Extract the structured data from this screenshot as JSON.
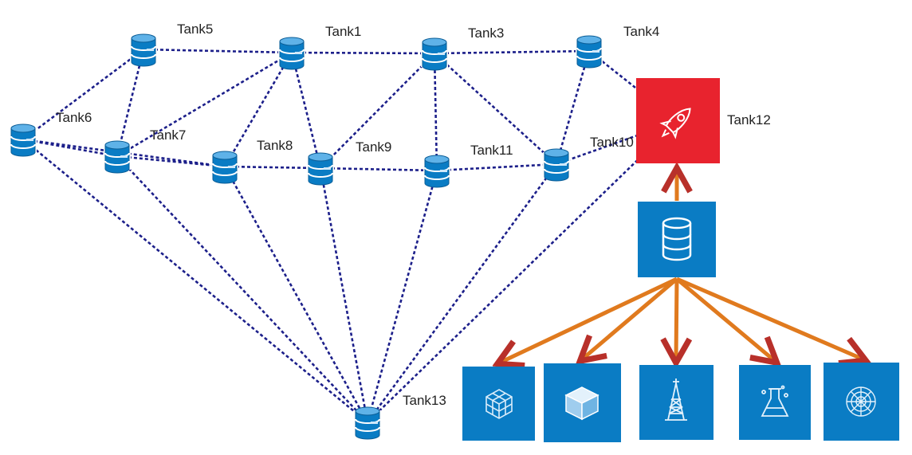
{
  "nodes": [
    {
      "id": "tank5",
      "label": "Tank5"
    },
    {
      "id": "tank1",
      "label": "Tank1"
    },
    {
      "id": "tank3",
      "label": "Tank3"
    },
    {
      "id": "tank4",
      "label": "Tank4"
    },
    {
      "id": "tank6",
      "label": "Tank6"
    },
    {
      "id": "tank7",
      "label": "Tank7"
    },
    {
      "id": "tank8",
      "label": "Tank8"
    },
    {
      "id": "tank9",
      "label": "Tank9"
    },
    {
      "id": "tank11",
      "label": "Tank11"
    },
    {
      "id": "tank10",
      "label": "Tank10"
    },
    {
      "id": "tank12",
      "label": "Tank12"
    },
    {
      "id": "tank13",
      "label": "Tank13"
    }
  ],
  "edges": [
    [
      "tank5",
      "tank1"
    ],
    [
      "tank5",
      "tank6"
    ],
    [
      "tank5",
      "tank7"
    ],
    [
      "tank1",
      "tank3"
    ],
    [
      "tank1",
      "tank7"
    ],
    [
      "tank1",
      "tank8"
    ],
    [
      "tank1",
      "tank9"
    ],
    [
      "tank3",
      "tank4"
    ],
    [
      "tank3",
      "tank9"
    ],
    [
      "tank3",
      "tank11"
    ],
    [
      "tank3",
      "tank10"
    ],
    [
      "tank4",
      "tank10"
    ],
    [
      "tank4",
      "tank12"
    ],
    [
      "tank6",
      "tank7"
    ],
    [
      "tank6",
      "tank8"
    ],
    [
      "tank6",
      "tank13"
    ],
    [
      "tank7",
      "tank8"
    ],
    [
      "tank7",
      "tank13"
    ],
    [
      "tank8",
      "tank9"
    ],
    [
      "tank8",
      "tank13"
    ],
    [
      "tank9",
      "tank11"
    ],
    [
      "tank9",
      "tank13"
    ],
    [
      "tank11",
      "tank10"
    ],
    [
      "tank11",
      "tank13"
    ],
    [
      "tank10",
      "tank12"
    ],
    [
      "tank10",
      "tank13"
    ],
    [
      "tank12",
      "tank13"
    ]
  ],
  "hub": {
    "icon": "database-icon",
    "color": "#0a7cc4",
    "arrow_color": "#e07a1e"
  },
  "rocket_tile": {
    "icon": "rocket-icon",
    "color": "#e8232e"
  },
  "outputs": [
    {
      "id": "out1",
      "icon": "cube-grid-icon"
    },
    {
      "id": "out2",
      "icon": "box-icon"
    },
    {
      "id": "out3",
      "icon": "oil-rig-icon"
    },
    {
      "id": "out4",
      "icon": "flask-icon"
    },
    {
      "id": "out5",
      "icon": "web-icon"
    }
  ],
  "colors": {
    "edge": "#1c1f8a",
    "tile": "#0a7cc4",
    "tank_body": "#0a7cc4"
  }
}
